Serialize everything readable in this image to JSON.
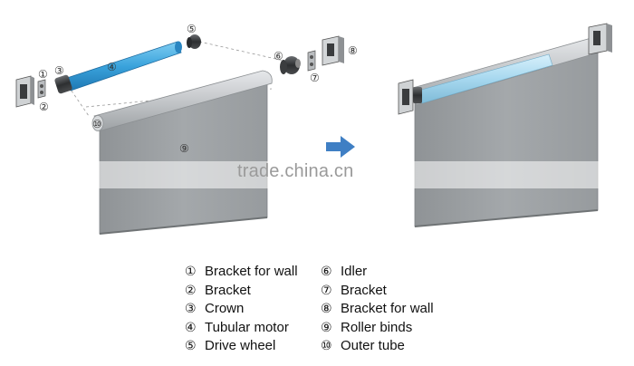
{
  "callouts": {
    "c1": "①",
    "c2": "②",
    "c3": "③",
    "c4": "④",
    "c5": "⑤",
    "c6": "⑥",
    "c7": "⑦",
    "c8": "⑧",
    "c9": "⑨",
    "c10": "⑩"
  },
  "watermark": "trade.china.cn",
  "legend": {
    "left": [
      {
        "num": "①",
        "label": "Bracket for wall"
      },
      {
        "num": "②",
        "label": "Bracket"
      },
      {
        "num": "③",
        "label": "Crown"
      },
      {
        "num": "④",
        "label": "Tubular motor"
      },
      {
        "num": "⑤",
        "label": "Drive wheel"
      }
    ],
    "right": [
      {
        "num": "⑥",
        "label": "Idler"
      },
      {
        "num": "⑦",
        "label": "Bracket"
      },
      {
        "num": "⑧",
        "label": "Bracket for wall"
      },
      {
        "num": "⑨",
        "label": "Roller binds"
      },
      {
        "num": "⑩",
        "label": "Outer tube"
      }
    ]
  },
  "colors": {
    "motor_blue": "#3aa3dc",
    "fabric_gray": "#9ea2a5",
    "tube_gray": "#c9ccce",
    "arrow_blue": "#3f7fc4"
  }
}
